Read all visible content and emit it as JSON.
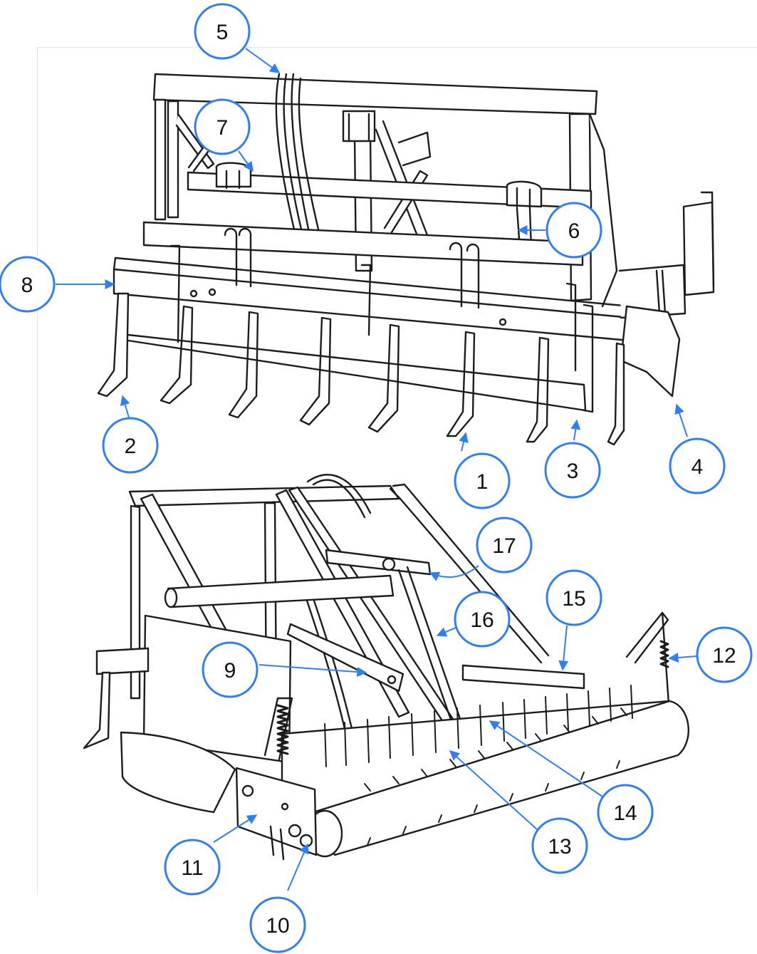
{
  "diagram": {
    "callout_color": "#2f7ef5",
    "line_color": "#1c1c1c",
    "callouts": [
      {
        "id": "1",
        "label": "1"
      },
      {
        "id": "2",
        "label": "2"
      },
      {
        "id": "3",
        "label": "3"
      },
      {
        "id": "4",
        "label": "4"
      },
      {
        "id": "5",
        "label": "5"
      },
      {
        "id": "6",
        "label": "6"
      },
      {
        "id": "7",
        "label": "7"
      },
      {
        "id": "8",
        "label": "8"
      },
      {
        "id": "9",
        "label": "9"
      },
      {
        "id": "10",
        "label": "10"
      },
      {
        "id": "11",
        "label": "11"
      },
      {
        "id": "12",
        "label": "12"
      },
      {
        "id": "13",
        "label": "13"
      },
      {
        "id": "14",
        "label": "14"
      },
      {
        "id": "15",
        "label": "15"
      },
      {
        "id": "16",
        "label": "16"
      },
      {
        "id": "17",
        "label": "17"
      }
    ]
  }
}
